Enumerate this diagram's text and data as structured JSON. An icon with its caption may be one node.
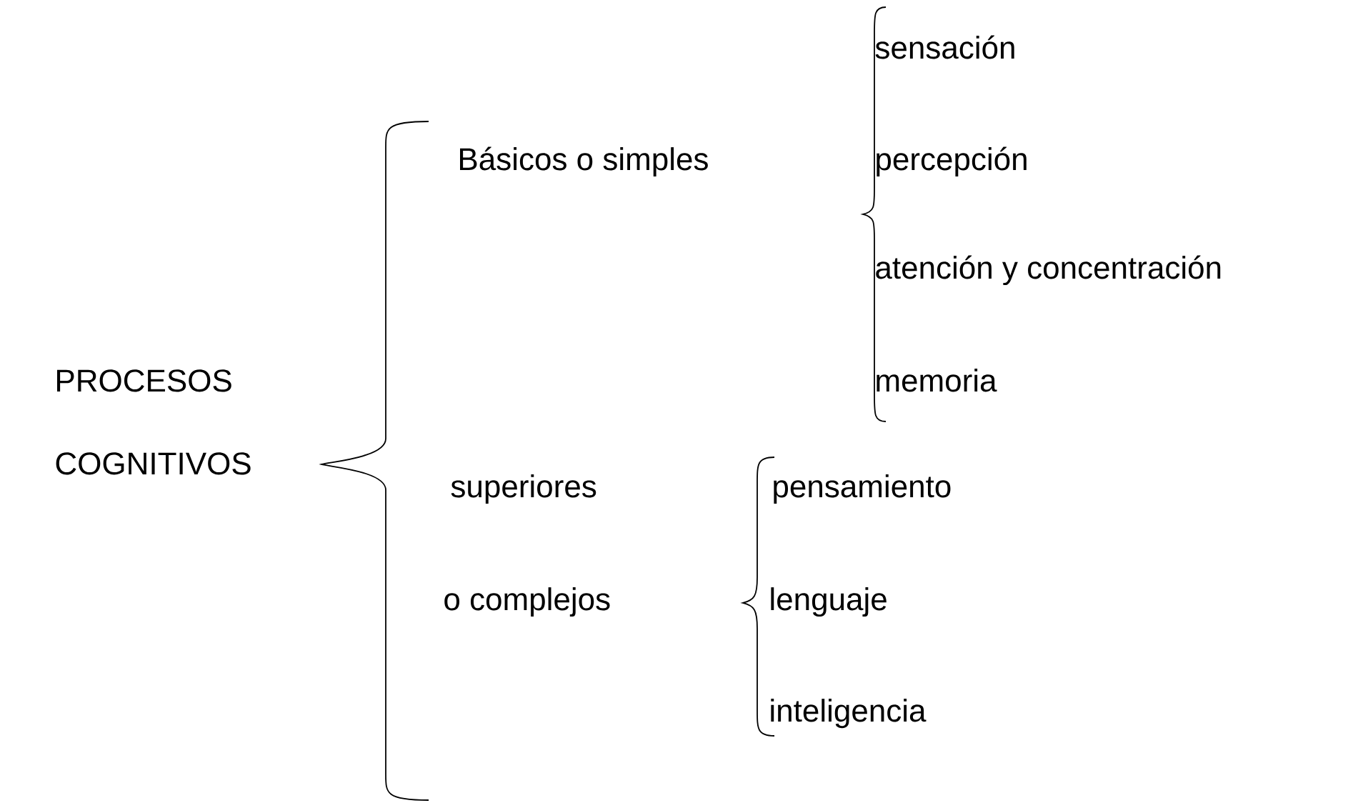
{
  "diagram": {
    "labels": [
      "sensación",
      "Básicos o simples",
      "percepción",
      "atención y concentración",
      "PROCESOS",
      "memoria",
      "COGNITIVOS",
      "superiores",
      "pensamiento",
      "o complejos",
      "lenguaje",
      "inteligencia"
    ]
  }
}
